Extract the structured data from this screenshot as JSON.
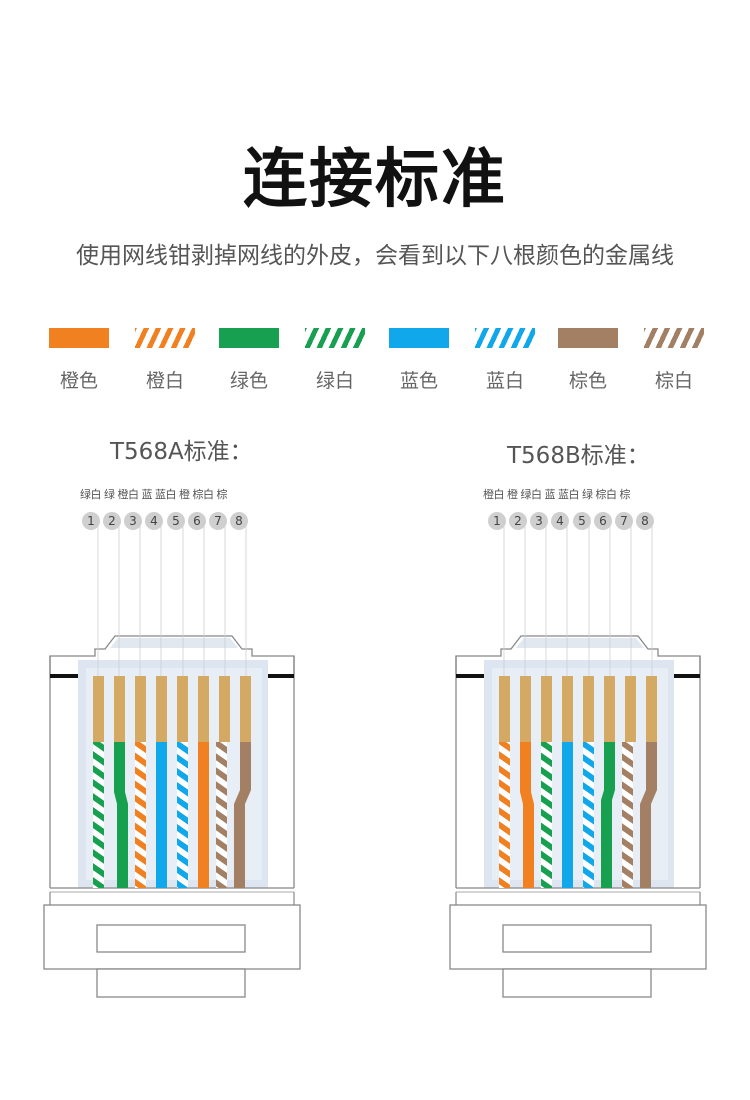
{
  "header": {
    "title": "连接标准",
    "subtitle": "使用网线钳剥掉网线的外皮，会看到以下八根颜色的金属线"
  },
  "legend": [
    {
      "label": "橙色",
      "color": "#f08020",
      "striped": false
    },
    {
      "label": "橙白",
      "color": "#f08020",
      "striped": true
    },
    {
      "label": "绿色",
      "color": "#17a050",
      "striped": false
    },
    {
      "label": "绿白",
      "color": "#17a050",
      "striped": true
    },
    {
      "label": "蓝色",
      "color": "#10a8ea",
      "striped": false
    },
    {
      "label": "蓝白",
      "color": "#10a8ea",
      "striped": true
    },
    {
      "label": "棕色",
      "color": "#a38063",
      "striped": false
    },
    {
      "label": "棕白",
      "color": "#a38063",
      "striped": true
    }
  ],
  "standards": {
    "a": {
      "title": "T568A标准：",
      "pin_labels": "绿白 绿 橙白 蓝 蓝白 橙 棕白 棕",
      "pins": [
        "1",
        "2",
        "3",
        "4",
        "5",
        "6",
        "7",
        "8"
      ],
      "wires": [
        "绿白",
        "绿",
        "橙白",
        "蓝",
        "蓝白",
        "橙",
        "棕白",
        "棕"
      ]
    },
    "b": {
      "title": "T568B标准：",
      "pin_labels": "橙白 橙 绿白 蓝 蓝白 绿 棕白 棕",
      "pins": [
        "1",
        "2",
        "3",
        "4",
        "5",
        "6",
        "7",
        "8"
      ],
      "wires": [
        "橙白",
        "橙",
        "绿白",
        "蓝",
        "蓝白",
        "绿",
        "棕白",
        "棕"
      ]
    }
  },
  "colors": {
    "orange": "#f08020",
    "green": "#17a050",
    "blue": "#10a8ea",
    "brown": "#a38063",
    "copper": "#d4a964",
    "housing_fill": "#dde6f0",
    "outline": "#888888"
  }
}
